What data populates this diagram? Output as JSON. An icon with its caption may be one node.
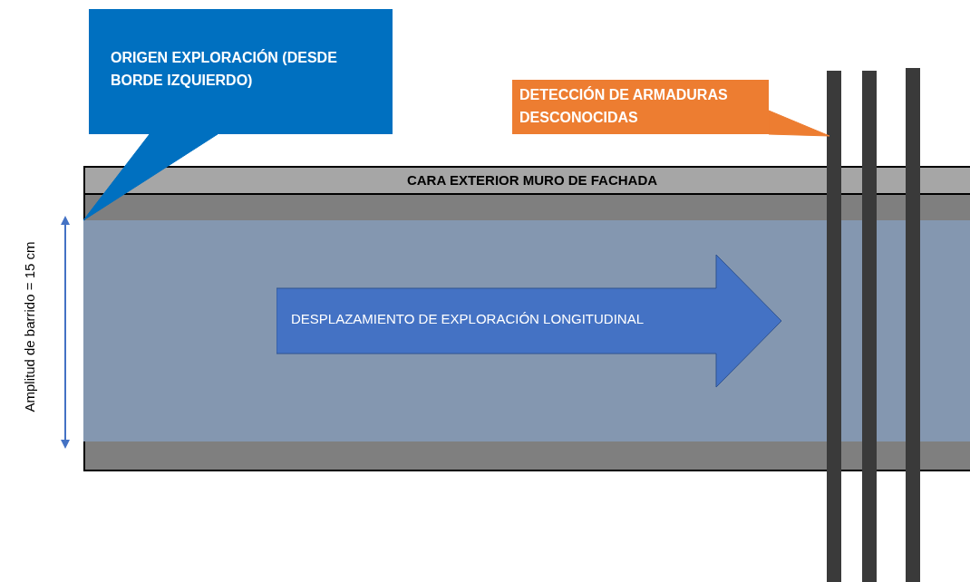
{
  "diagram": {
    "nodes": [
      {
        "text": [
          "ORIGEN EXPLORACIÓN  (DESDE BORDE IZQUIERDO)"
        ]
      },
      {
        "text": [
          "CARA EXTERIOR MURO DE FACHADA"
        ]
      },
      {
        "text": [],
        "shape": "box",
        "in": 1
      },
      {
        "text": [
          "DESPLAZAMIENTO DE EXPLORACIÓN LONGITUDINAL"
        ],
        "in": 2
      },
      {
        "text": [
          "DETECCIÓN DE ARMADURAS DESCONOCIDAS"
        ]
      },
      {
        "text": [],
        "shape": "bar"
      },
      {
        "text": [],
        "shape": "bar"
      },
      {
        "text": [],
        "shape": "bar"
      }
    ],
    "edges": [
      {
        "from": 0,
        "to": 2,
        "arrow": "none",
        "color": "#0070c0"
      },
      {
        "from": 4,
        "to": 5,
        "arrow": "none",
        "color": "#ed7d31"
      }
    ],
    "labels": [
      "Amplitud de barrido = 15 cm"
    ]
  }
}
